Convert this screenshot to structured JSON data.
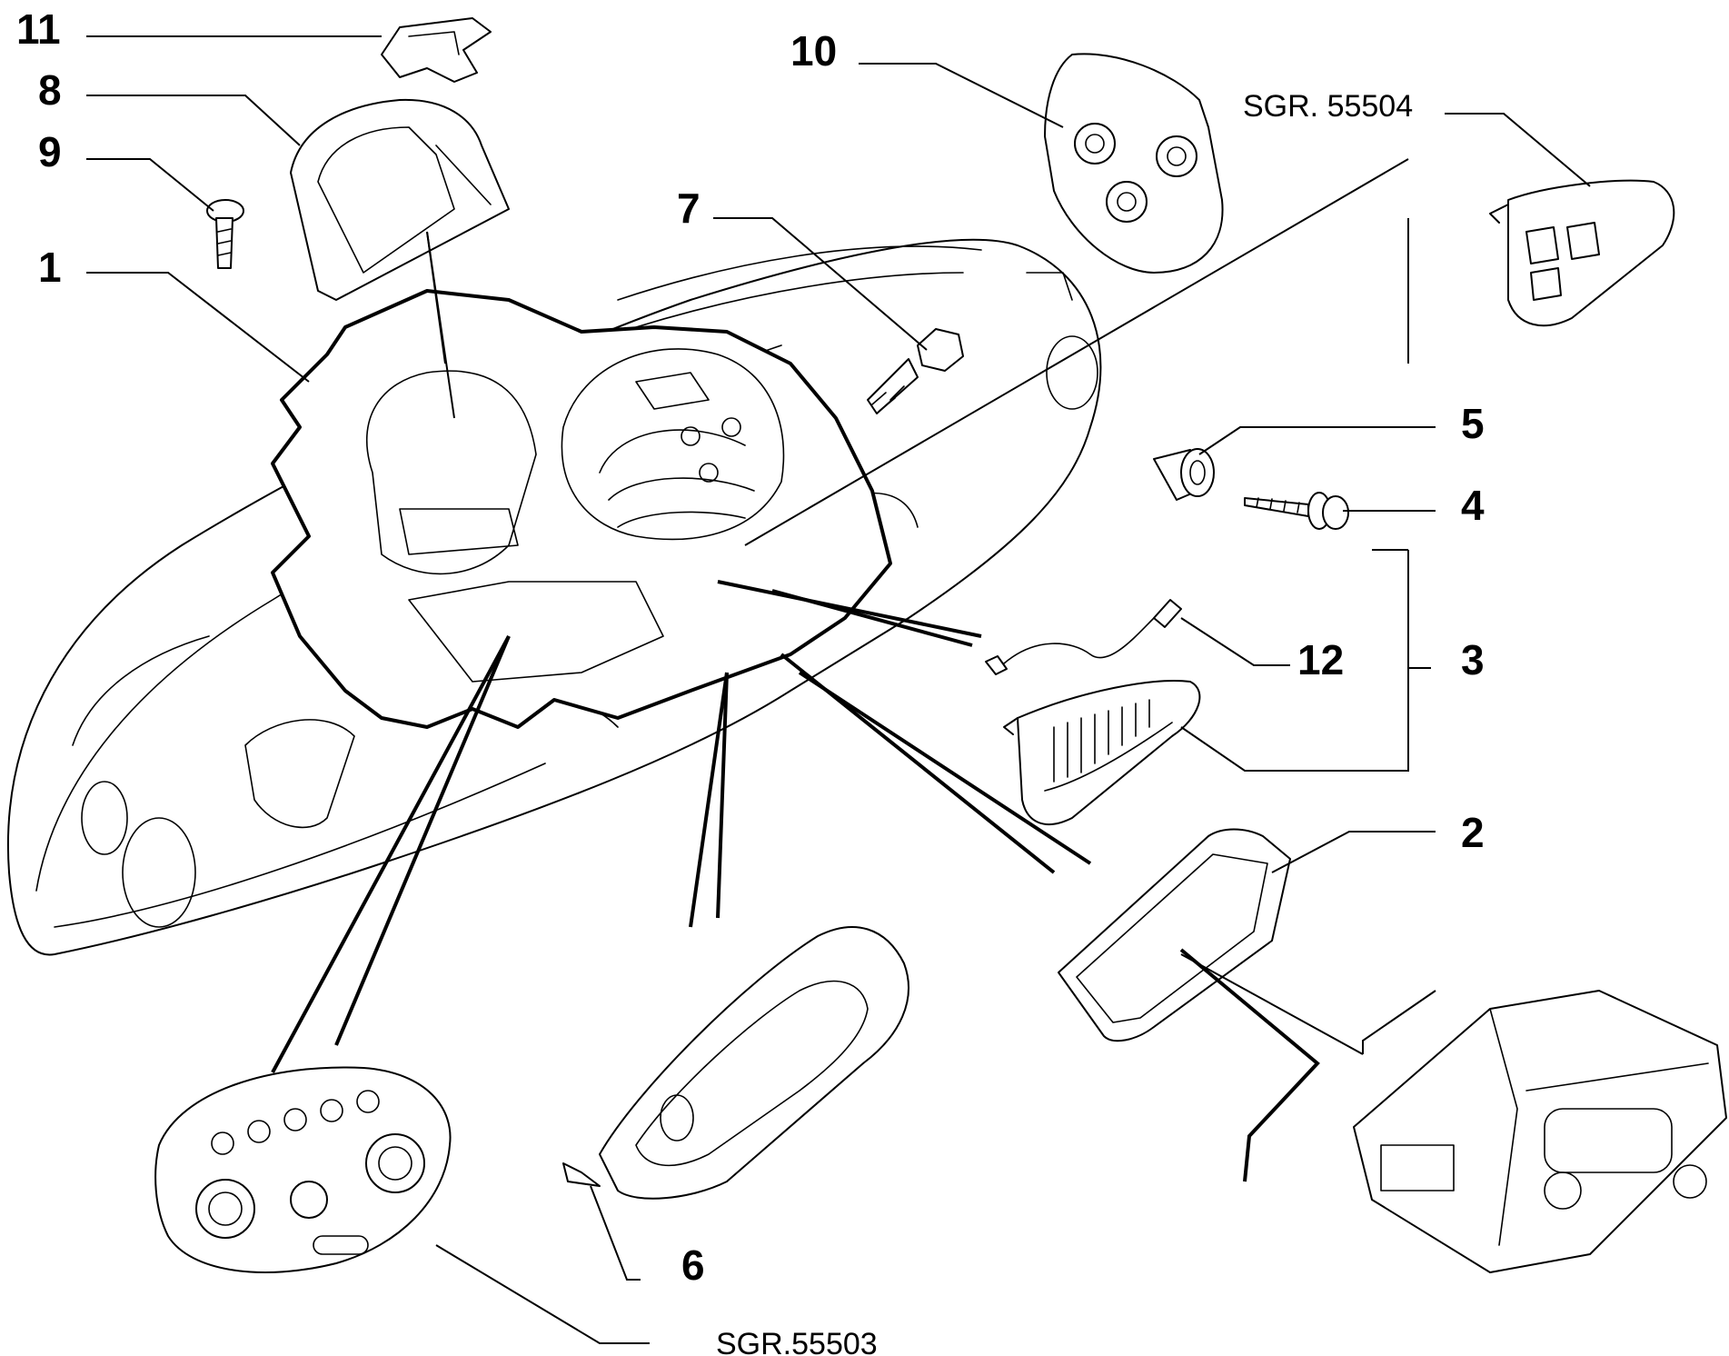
{
  "callouts": [
    {
      "id": "1",
      "label": "1"
    },
    {
      "id": "2",
      "label": "2"
    },
    {
      "id": "3",
      "label": "3"
    },
    {
      "id": "4",
      "label": "4"
    },
    {
      "id": "5",
      "label": "5"
    },
    {
      "id": "6",
      "label": "6"
    },
    {
      "id": "7",
      "label": "7"
    },
    {
      "id": "8",
      "label": "8"
    },
    {
      "id": "9",
      "label": "9"
    },
    {
      "id": "10",
      "label": "10"
    },
    {
      "id": "11",
      "label": "11"
    },
    {
      "id": "12",
      "label": "12"
    }
  ],
  "references": {
    "top_right": "SGR. 55504",
    "bottom": "SGR.55503"
  }
}
